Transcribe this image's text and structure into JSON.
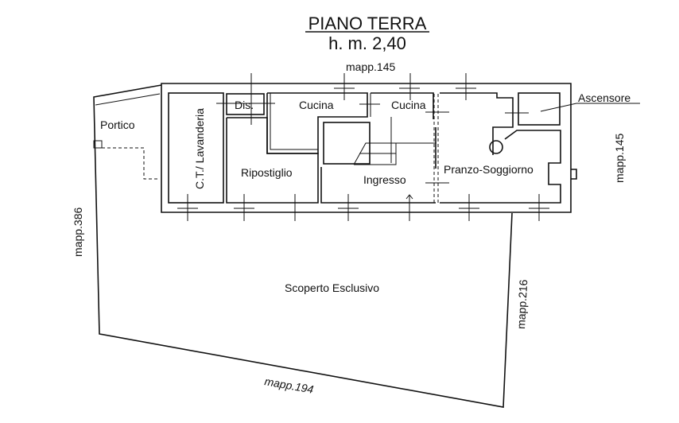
{
  "title": "PIANO TERRA",
  "subtitle": "h. m. 2,40",
  "rooms": {
    "portico": "Portico",
    "lavanderia": "C.T./ Lavanderia",
    "dis": "Dis.",
    "cucina1": "Cucina",
    "cucina2": "Cucina",
    "ripostiglio": "Ripostiglio",
    "ingresso": "Ingresso",
    "pranzo": "Pranzo-Soggiorno",
    "ascensore": "Ascensore",
    "scoperto": "Scoperto Esclusivo"
  },
  "boundaries": {
    "north": "mapp.145",
    "east": "mapp.145",
    "west": "mapp.386",
    "south": "mapp.194",
    "southeast": "mapp.216"
  }
}
